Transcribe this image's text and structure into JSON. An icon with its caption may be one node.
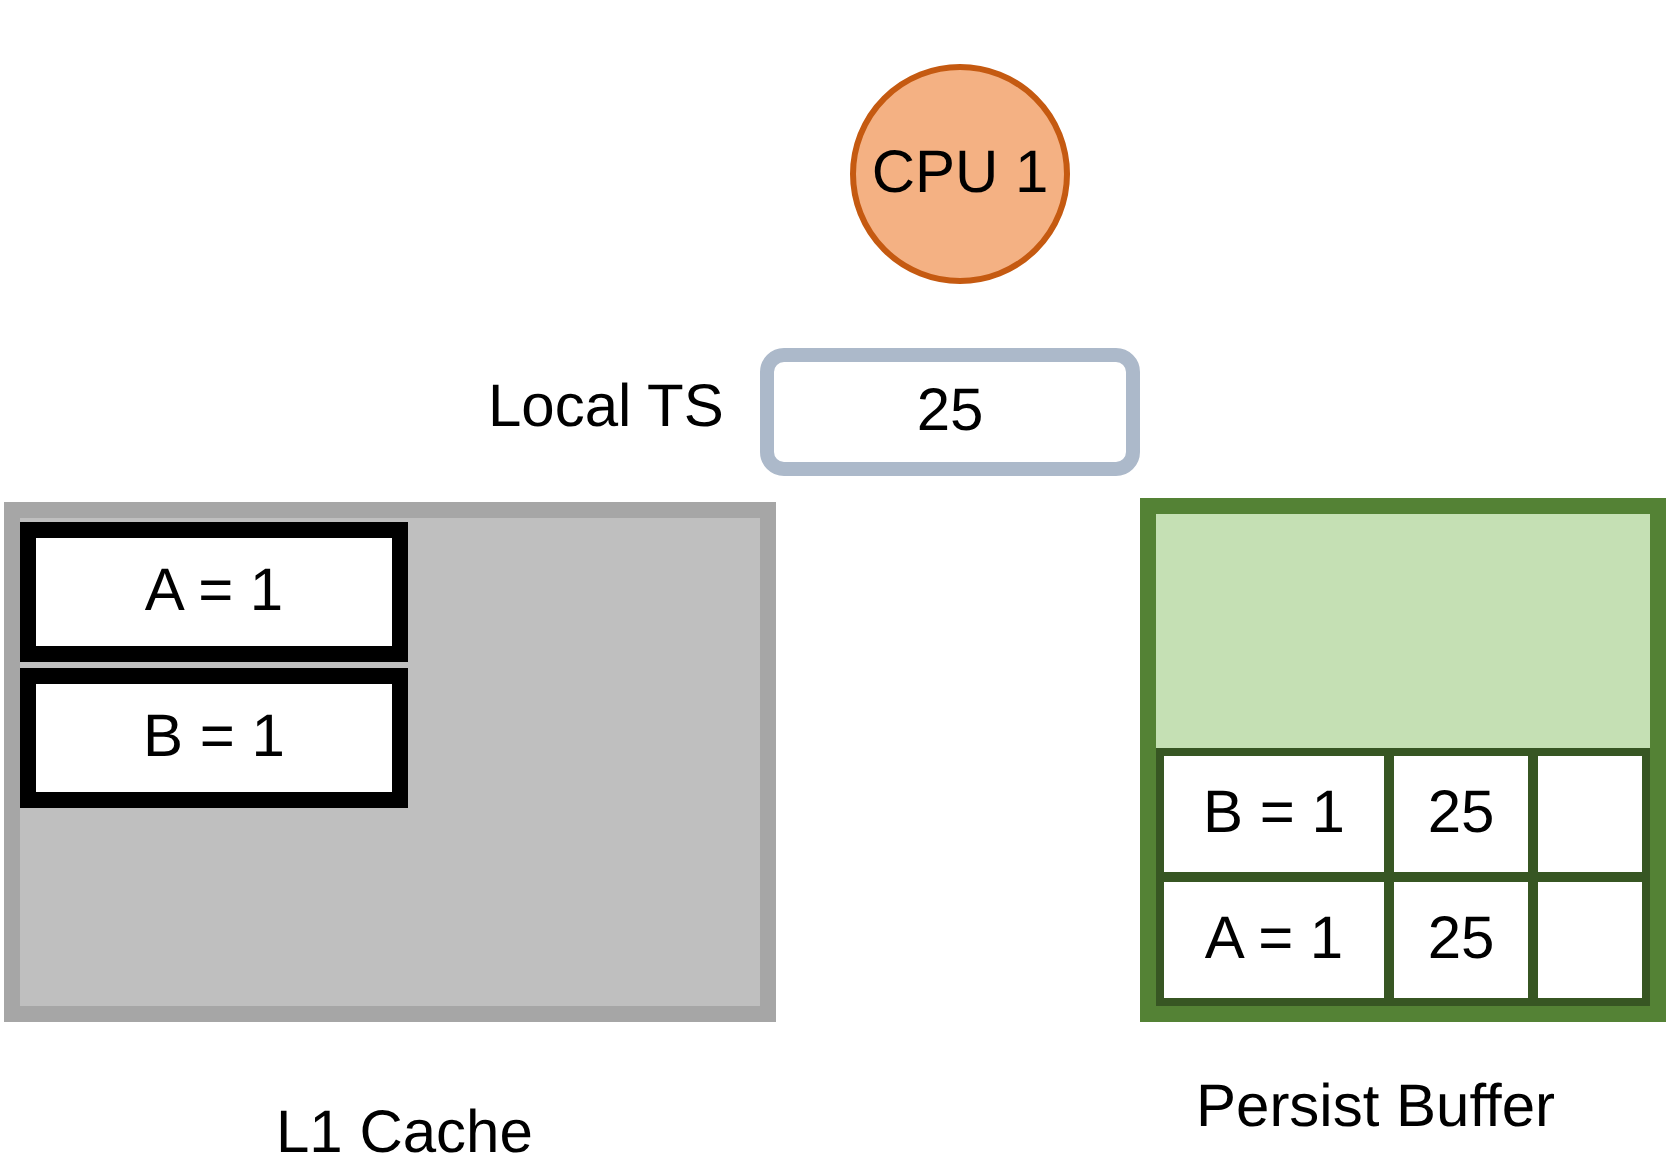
{
  "diagram": {
    "nodes": [
      {
        "text": [
          "CPU 1"
        ]
      },
      {
        "text": [
          "25"
        ],
        "beside": [
          "Local TS"
        ]
      },
      {
        "text": [],
        "shape": "box",
        "beside": [
          "L1 Cache"
        ]
      },
      {
        "text": [
          "A = 1"
        ],
        "in": 2
      },
      {
        "text": [
          "B = 1"
        ],
        "in": 2
      },
      {
        "text": [],
        "shape": "box",
        "beside": [
          "Persist Buffer"
        ]
      },
      {
        "text": [
          "B = 1"
        ],
        "in": 5
      },
      {
        "text": [
          "25"
        ],
        "in": 5
      },
      {
        "text": [],
        "shape": "box",
        "in": 5
      },
      {
        "text": [
          "A = 1"
        ],
        "in": 5
      },
      {
        "text": [
          "25"
        ],
        "in": 5
      },
      {
        "text": [],
        "shape": "box",
        "in": 5
      }
    ],
    "edges": []
  }
}
